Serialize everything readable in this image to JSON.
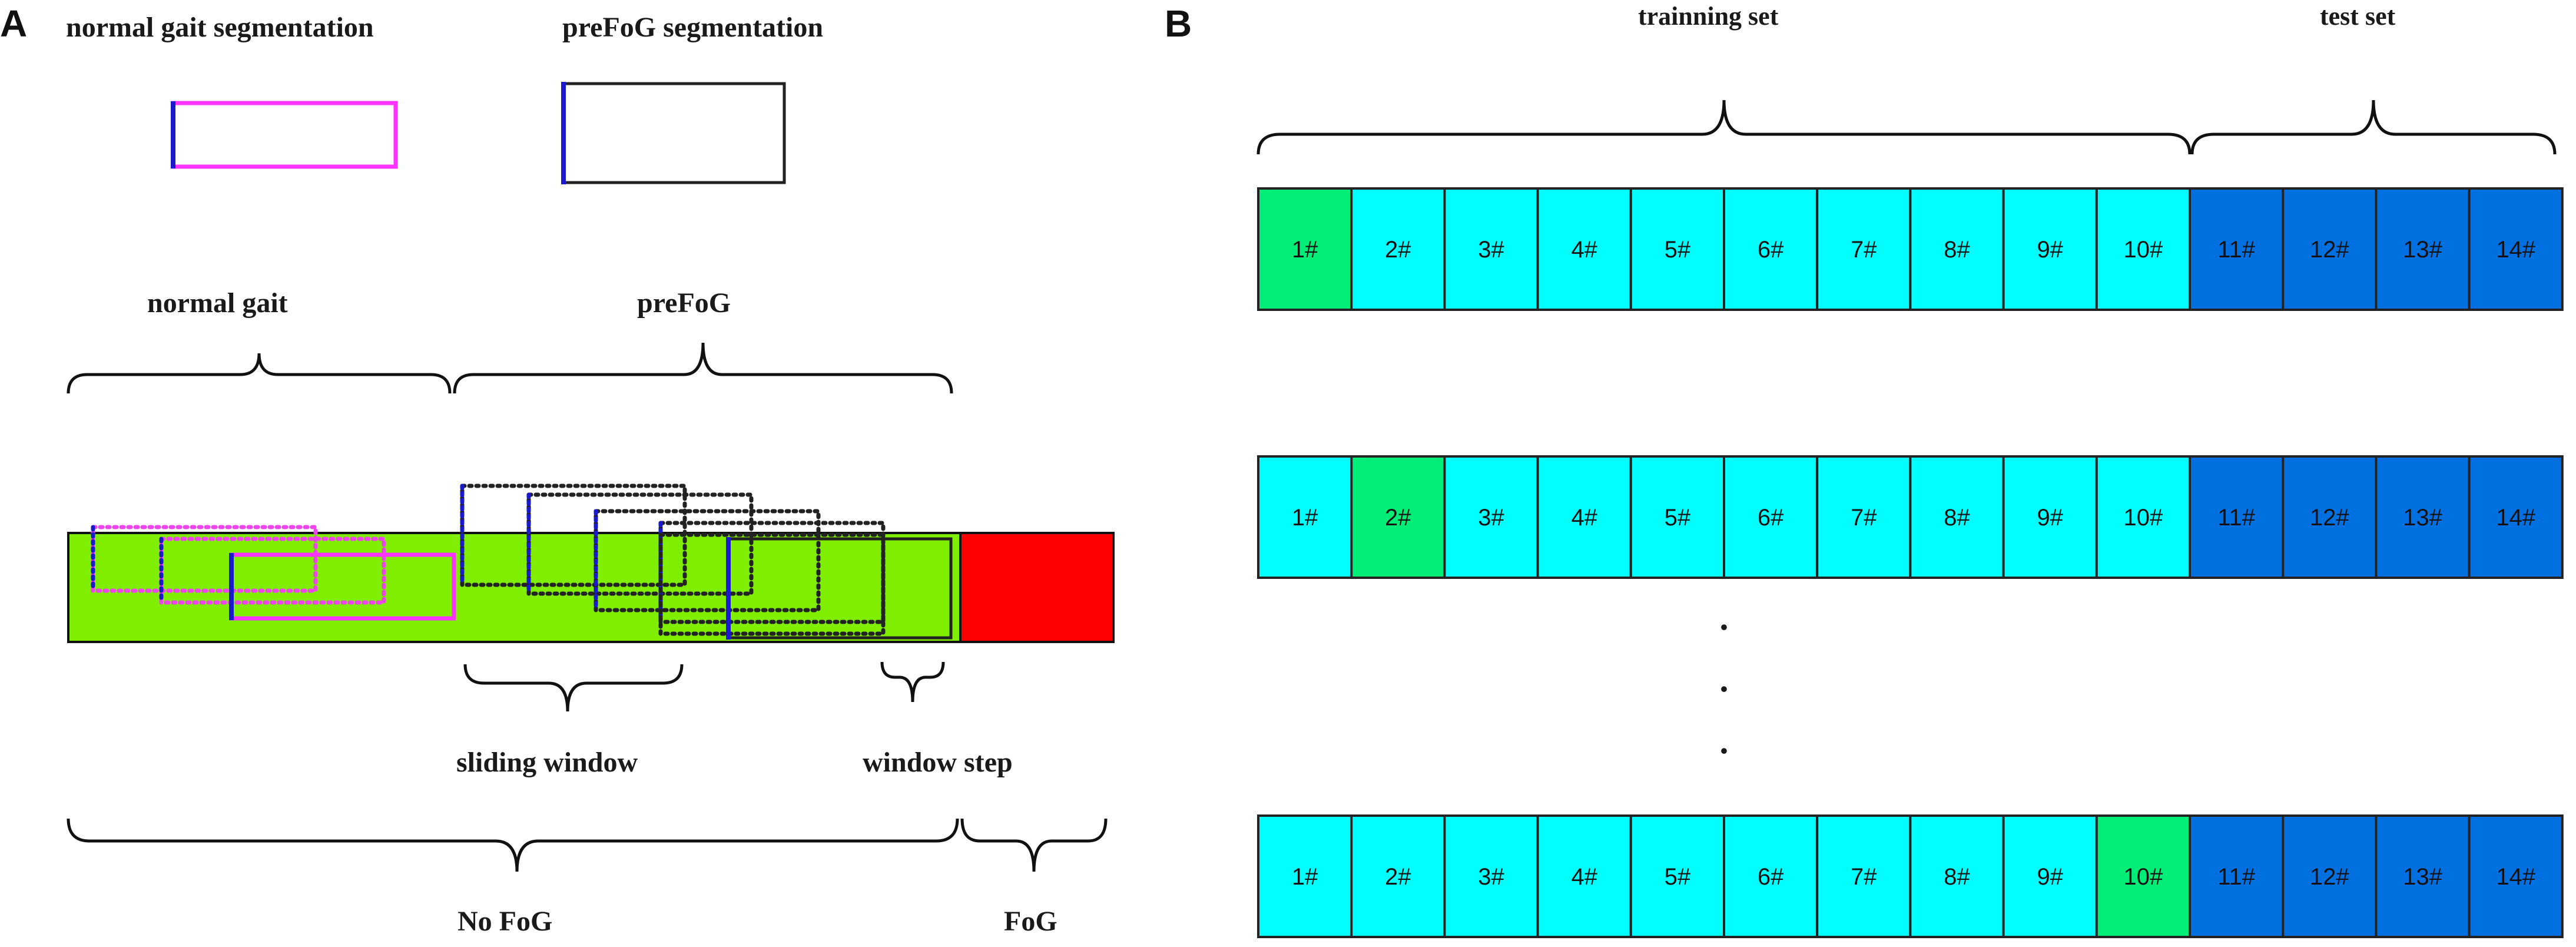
{
  "panel_a": {
    "letter": "A",
    "legend": {
      "normal_gait_segmentation": "normal gait segmentation",
      "prefog_segmentation": "preFoG segmentation"
    },
    "phase_labels": {
      "normal_gait": "normal gait",
      "prefog": "preFoG"
    },
    "annotations": {
      "sliding_window": "sliding window",
      "window_step": "window step"
    },
    "bottom_labels": {
      "no_fog": "No FoG",
      "fog": "FoG"
    },
    "colors": {
      "no_fog_bar": "#80ee00",
      "fog_bar": "#ff0000",
      "normal_window_outline": "#ff33ff",
      "prefog_window_outline": "#222222",
      "window_start_marker": "#1a1acc"
    }
  },
  "panel_b": {
    "letter": "B",
    "group_labels": {
      "training_set": "trainning set",
      "test_set": "test set"
    },
    "cells": [
      "1#",
      "2#",
      "3#",
      "4#",
      "5#",
      "6#",
      "7#",
      "8#",
      "9#",
      "10#",
      "11#",
      "12#",
      "13#",
      "14#"
    ],
    "row_highlights": [
      1,
      2,
      10
    ],
    "ellipsis": [
      "·",
      "·",
      "·"
    ],
    "colors": {
      "training_cell": "#00ffff",
      "validation_cell": "#00ee77",
      "test_cell": "#0070e0",
      "cell_border": "#222222"
    }
  }
}
